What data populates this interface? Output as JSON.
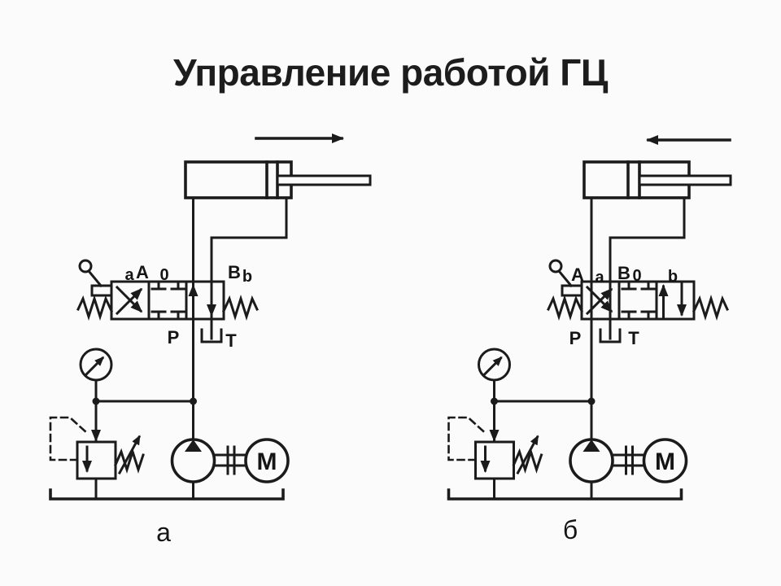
{
  "slide": {
    "title": "Управление работой ГЦ",
    "background_color": "#fbfbfb",
    "line_color": "#1b1b1b"
  },
  "diagrams": [
    {
      "caption": "а",
      "cylinder_arrow_direction": "right",
      "motor_label": "M",
      "labels": {
        "pos_a": "a",
        "port_A": "A",
        "pos_0": "0",
        "port_B": "B",
        "pos_b": "b",
        "port_P": "P",
        "port_T": "T"
      }
    },
    {
      "caption": "б",
      "cylinder_arrow_direction": "left",
      "motor_label": "M",
      "labels": {
        "port_A": "A",
        "pos_a": "a",
        "port_B": "B",
        "pos_0": "0",
        "pos_b": "b",
        "port_P": "P",
        "port_T": "T"
      }
    }
  ]
}
